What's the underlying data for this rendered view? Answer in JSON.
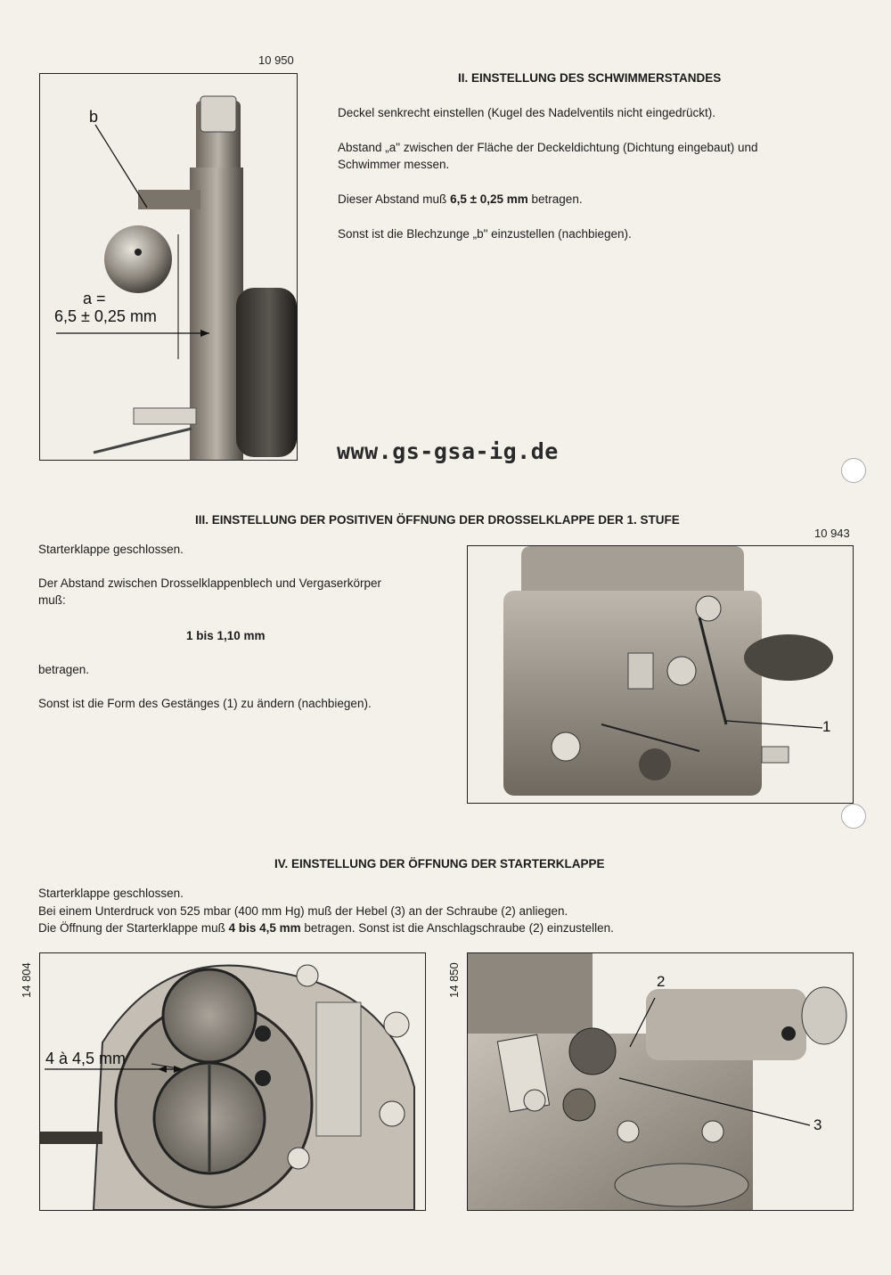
{
  "section2": {
    "fig_number": "10 950",
    "title": "II. EINSTELLUNG DES SCHWIMMERSTANDES",
    "p1": "Deckel senkrecht einstellen (Kugel des Nadelventils nicht eingedrückt).",
    "p2_line1": "Abstand „a\" zwischen der Fläche der Deckeldichtung (Dichtung eingebaut) und",
    "p2_line2": "Schwimmer messen.",
    "p3_pre": "Dieser Abstand muß ",
    "p3_bold": "6,5 ± 0,25 mm",
    "p3_post": " betragen.",
    "p4": "Sonst ist die Blechzunge „b\" einzustellen (nachbiegen).",
    "label_b": "b",
    "label_a": "a =",
    "label_dim": "6,5 ± 0,25 mm"
  },
  "watermark": "www.gs-gsa-ig.de",
  "section3": {
    "title": "III. EINSTELLUNG DER POSITIVEN ÖFFNUNG DER DROSSELKLAPPE DER 1. STUFE",
    "fig_number": "10 943",
    "p1": "Starterklappe geschlossen.",
    "p2_line1": "Der Abstand zwischen Drosselklappenblech und Vergaserkörper",
    "p2_line2": "muß:",
    "value": "1 bis 1,10 mm",
    "p3": "betragen.",
    "p4": "Sonst ist die Form des Gestänges (1) zu ändern (nachbiegen).",
    "label_1": "1"
  },
  "section4": {
    "title": "IV. EINSTELLUNG DER ÖFFNUNG DER STARTERKLAPPE",
    "p1": "Starterklappe geschlossen.",
    "p2": "Bei einem Unterdruck von 525 mbar (400 mm Hg) muß der Hebel (3) an der Schraube (2) anliegen.",
    "p3_pre": "Die Öffnung der Starterklappe muß ",
    "p3_bold": "4 bis 4,5 mm",
    "p3_post": " betragen. Sonst ist die Anschlagschraube (2) einzustellen.",
    "fig_left_number": "14 804",
    "fig_right_number": "14 850",
    "label_dim": "4 à 4,5 mm",
    "label_2": "2",
    "label_3": "3"
  }
}
